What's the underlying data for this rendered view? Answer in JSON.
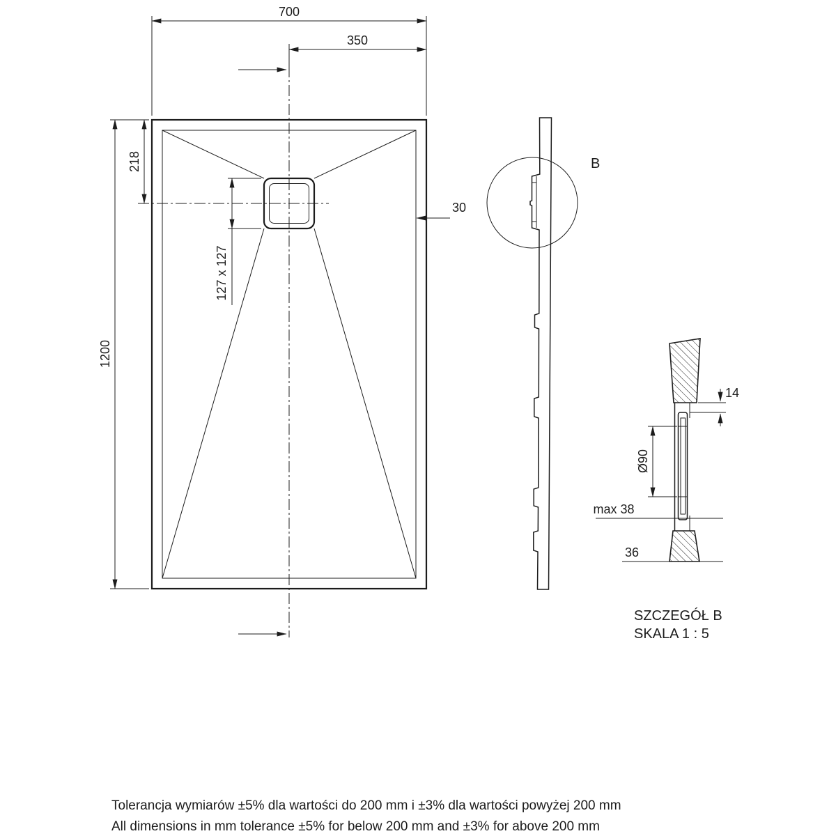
{
  "colors": {
    "line": "#1c1c1c",
    "background": "#ffffff"
  },
  "plan_view": {
    "dims": {
      "width": "700",
      "half_width": "350",
      "drain_offset": "218",
      "drain_size": "127 x 127",
      "length": "1200",
      "rim": "30"
    }
  },
  "side_view": {
    "detail_marker": "B"
  },
  "detail_view": {
    "dims": {
      "thickness": "14",
      "drain_diameter": "Ø90",
      "max_height": "max 38",
      "base_height": "36"
    },
    "caption_title": "SZCZEGÓŁ B",
    "caption_scale": "SKALA 1 : 5"
  },
  "footer": {
    "tolerance_pl": "Tolerancja wymiarów ±5% dla wartości do 200 mm i ±3% dla wartości powyżej 200 mm",
    "tolerance_en": "All dimensions in mm tolerance ±5% for below 200 mm and ±3% for above 200 mm"
  }
}
